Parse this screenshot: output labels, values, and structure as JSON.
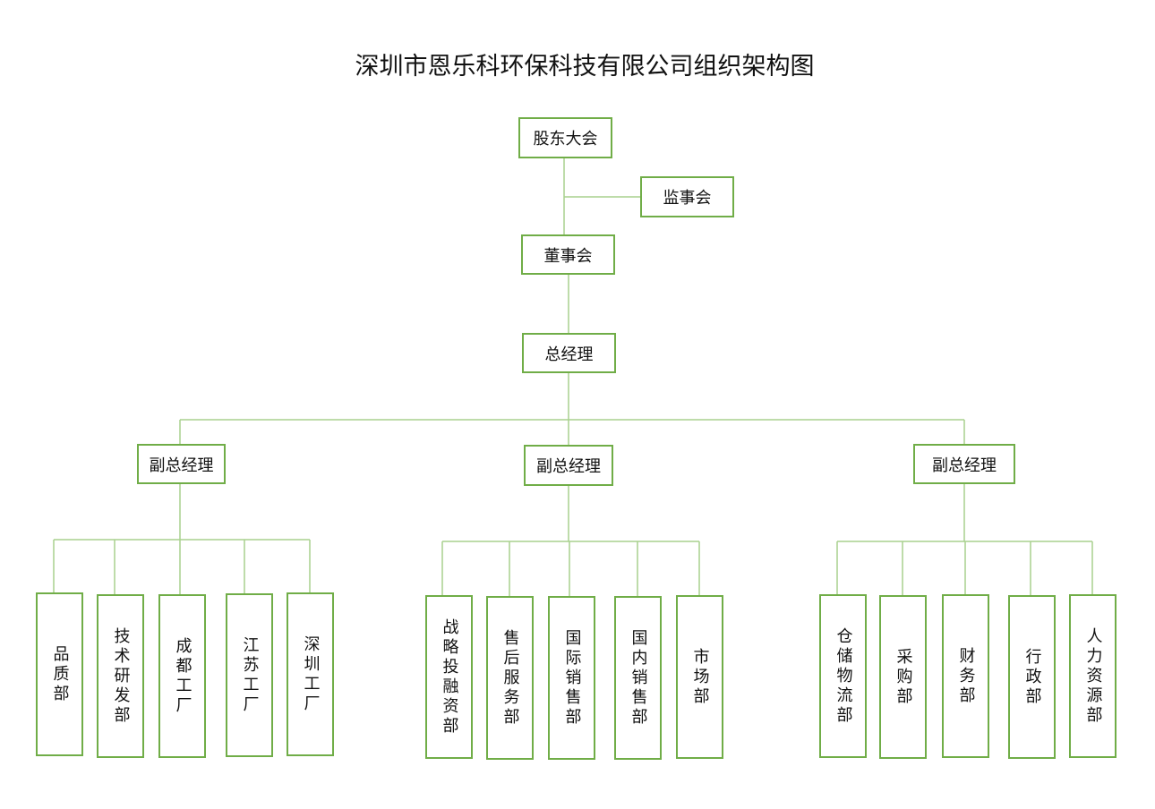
{
  "title": "深圳市恩乐科环保科技有限公司组织架构图",
  "colors": {
    "box_border": "#70ad47",
    "connector": "#a9d18e",
    "text": "#111111",
    "background": "#ffffff"
  },
  "nodes": {
    "shareholders_meeting": "股东大会",
    "supervisory_board": "监事会",
    "board_of_directors": "董事会",
    "general_manager": "总经理",
    "deputy_gm_left": "副总经理",
    "deputy_gm_middle": "副总经理",
    "deputy_gm_right": "副总经理"
  },
  "departments": {
    "left": [
      "品质部",
      "技术研发部",
      "成都工厂",
      "江苏工厂",
      "深圳工厂"
    ],
    "middle": [
      "战略投融资部",
      "售后服务部",
      "国际销售部",
      "国内销售部",
      "市场部"
    ],
    "right": [
      "仓储物流部",
      "采购部",
      "财务部",
      "行政部",
      "人力资源部"
    ]
  }
}
